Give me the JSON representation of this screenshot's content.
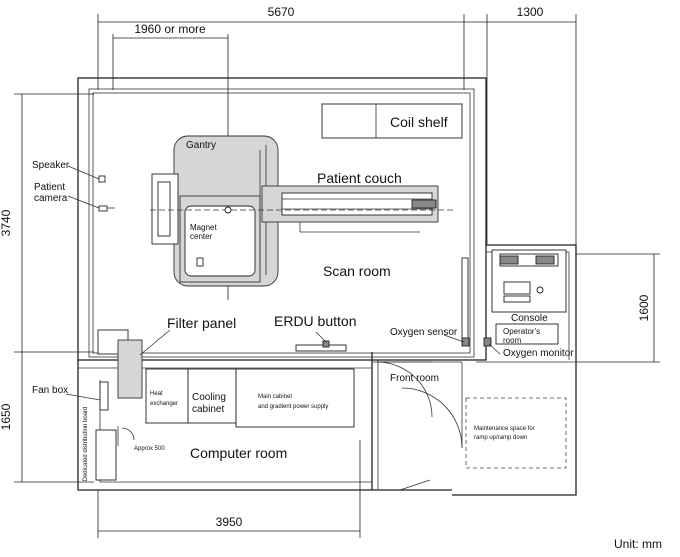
{
  "dimensions": {
    "top_width": "5670",
    "top_right": "1300",
    "gantry_clearance": "1960 or more",
    "left_height": "3740",
    "left_lower": "1650",
    "right_height": "1600",
    "bottom_width": "3950",
    "approx": "Approx 500"
  },
  "labels": {
    "gantry": "Gantry",
    "patient_couch": "Patient couch",
    "magnet_center": "Magnet center",
    "scan_room": "Scan room",
    "coil_shelf": "Coil shelf",
    "speaker": "Speaker",
    "patient_camera": "Patient camera",
    "filter_panel": "Filter panel",
    "erdu_button": "ERDU button",
    "oxygen_sensor": "Oxygen sensor",
    "console": "Console",
    "operators_room": "Operator's room",
    "oxygen_monitor": "Oxygen monitor",
    "front_room": "Front room",
    "fan_box": "Fan box",
    "heat_exchanger": "Heat exchanger",
    "cooling_cabinet": "Cooling cabinet",
    "main_cabinet": "Main cabinet and gradient power supply",
    "computer_room": "Computer room",
    "distribution_board": "Dedicated distribution board",
    "maintenance_space": "Maintenance space for ramp up/ramp down",
    "unit": "Unit: mm"
  }
}
